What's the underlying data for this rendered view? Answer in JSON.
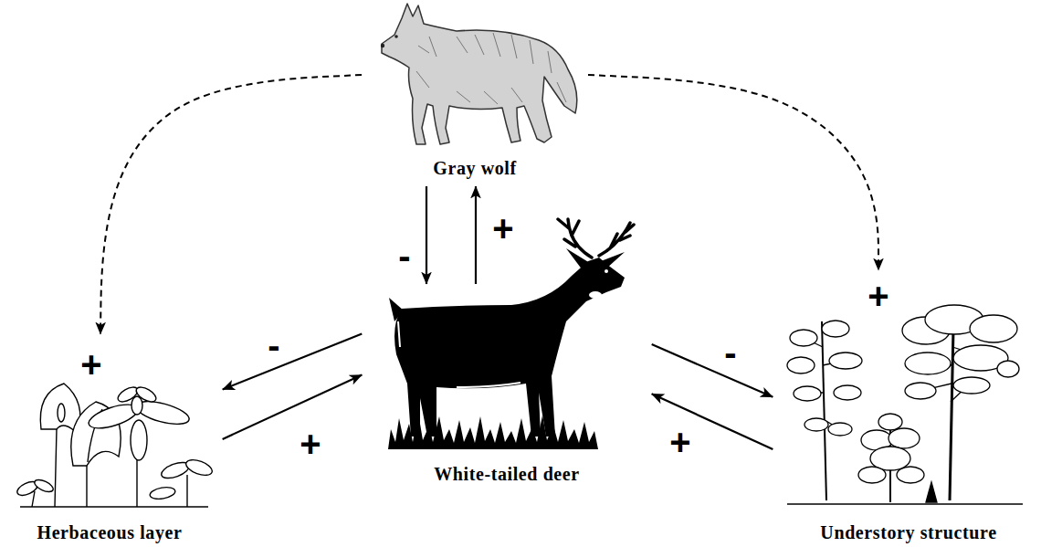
{
  "diagram": {
    "nodes": [
      {
        "text": [
          "Gray wolf"
        ]
      },
      {
        "text": [
          "White-tailed deer"
        ]
      },
      {
        "text": [
          "Herbaceous layer"
        ]
      },
      {
        "text": [
          "Understory structure"
        ]
      }
    ],
    "edges": [
      {
        "from": 0,
        "to": 1,
        "label": "-",
        "arrow": "to"
      },
      {
        "from": 1,
        "to": 0,
        "label": "+",
        "arrow": "to"
      },
      {
        "from": 1,
        "to": 2,
        "label": "-",
        "arrow": "to"
      },
      {
        "from": 2,
        "to": 1,
        "label": "+",
        "arrow": "to"
      },
      {
        "from": 1,
        "to": 3,
        "label": "-",
        "arrow": "to"
      },
      {
        "from": 3,
        "to": 1,
        "label": "+",
        "arrow": "to"
      },
      {
        "from": 0,
        "to": 2,
        "label": "+",
        "arrow": "to"
      },
      {
        "from": 0,
        "to": 3,
        "label": "+",
        "arrow": "to"
      }
    ]
  }
}
